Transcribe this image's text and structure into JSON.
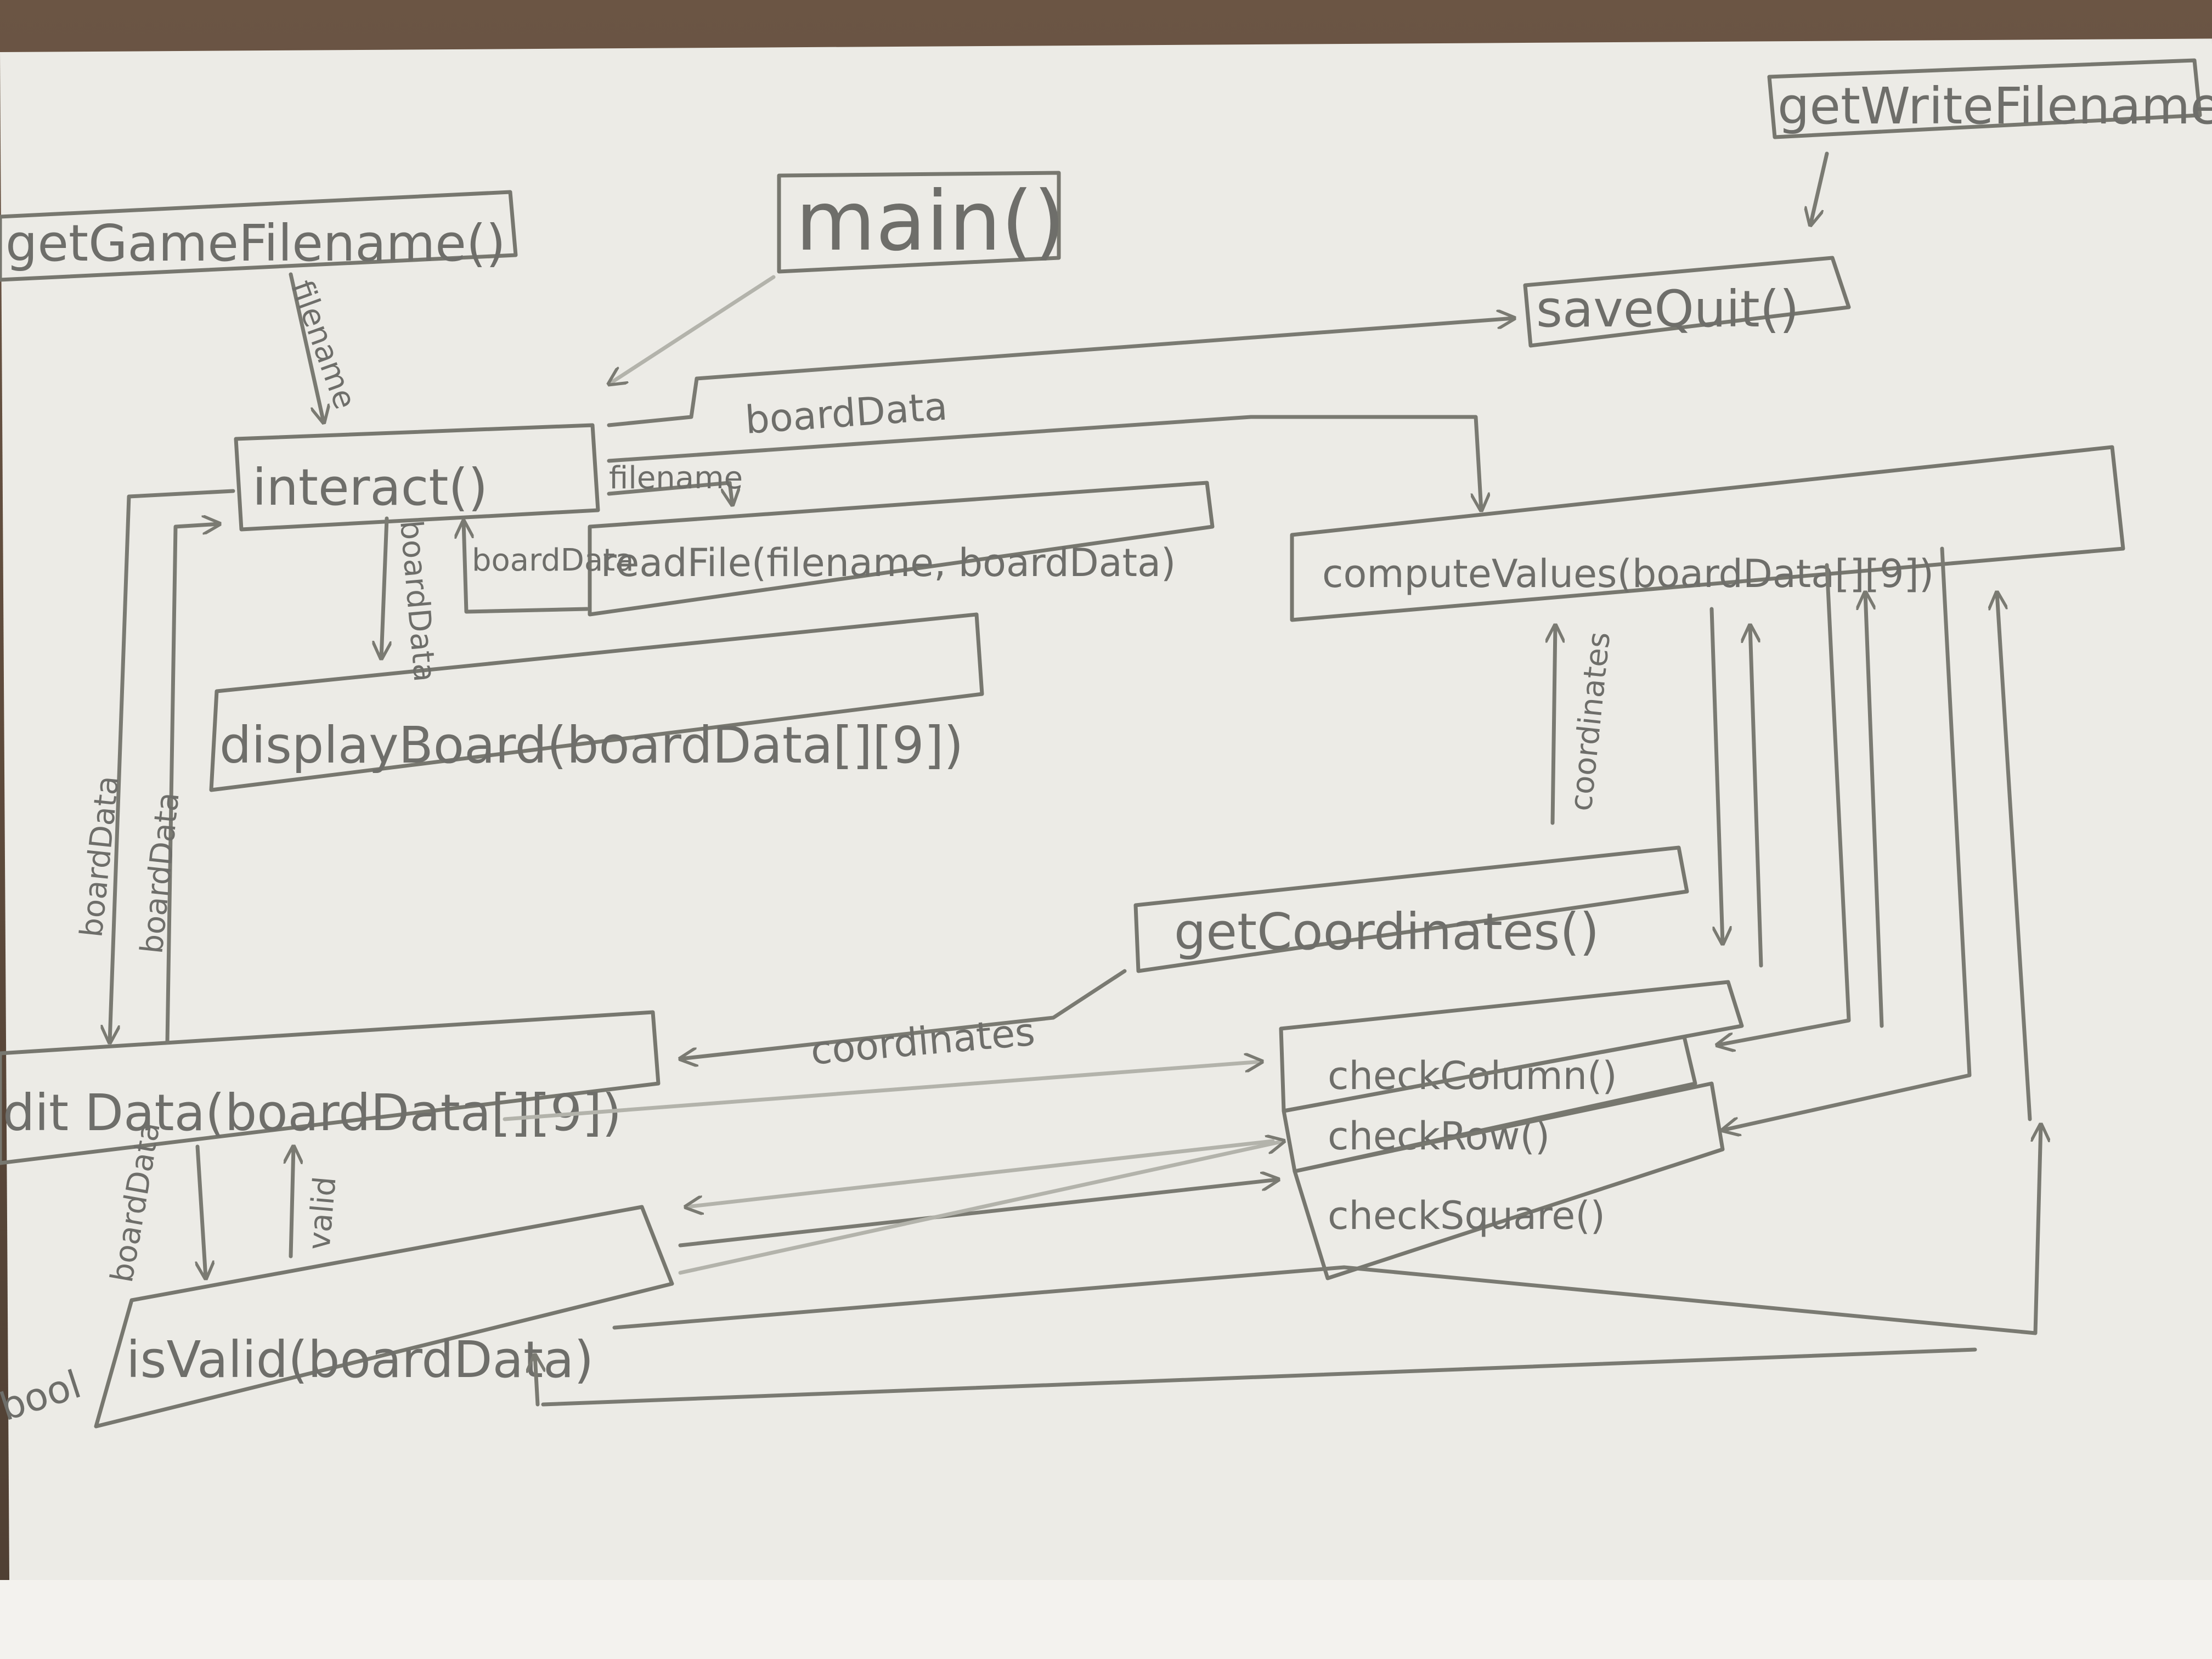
{
  "colors": {
    "paper": "#ecebe6",
    "pencil": "#77776f",
    "table": "#5a4a3c"
  },
  "nodes": {
    "get_game_filename": "getGameFilename()",
    "main": "main()",
    "get_write_filename": "getWriteFilename()",
    "save_quit": "saveQuit()",
    "interact": "interact()",
    "read_file": "readFile(filename, boardData)",
    "display_board": "displayBoard(boardData[][9])",
    "compute_values": "computeValues(boardData[][9])",
    "get_coordinates": "getCoordinates()",
    "edit_data": "dit Data(boardData[][9])",
    "check_column": "checkColumn()",
    "check_row": "checkRow()",
    "check_square": "checkSquare()",
    "is_valid": "isValid(boardData)"
  },
  "edge_labels": {
    "filename_down": "filename",
    "board_data_top": "boardData",
    "filename_read": "filename",
    "board_data_display": "boardData",
    "board_data_return": "boardData",
    "board_data_left_a": "boardData",
    "board_data_left_b": "boardData",
    "coordinates_up": "coordinates",
    "coordinates_mid": "coordinates",
    "board_data_valid": "boardData",
    "valid_up": "valid",
    "bool": "bool"
  }
}
